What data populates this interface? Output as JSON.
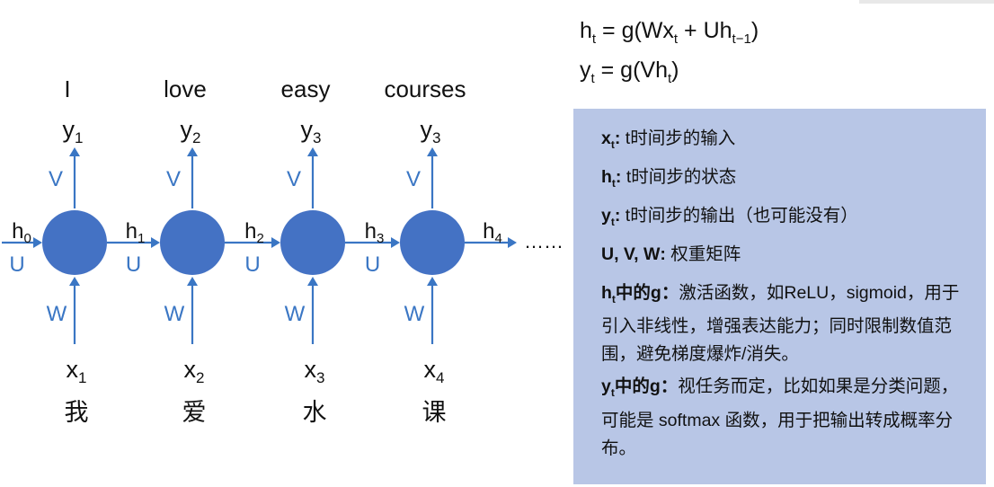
{
  "diagram": {
    "words_en": [
      "I",
      "love",
      "easy",
      "courses"
    ],
    "words_zh": [
      "我",
      "爱",
      "水",
      "课"
    ],
    "outputs": [
      {
        "base": "y",
        "sub": "1"
      },
      {
        "base": "y",
        "sub": "2"
      },
      {
        "base": "y",
        "sub": "3"
      },
      {
        "base": "y",
        "sub": "3"
      }
    ],
    "inputs": [
      {
        "base": "x",
        "sub": "1"
      },
      {
        "base": "x",
        "sub": "2"
      },
      {
        "base": "x",
        "sub": "3"
      },
      {
        "base": "x",
        "sub": "4"
      }
    ],
    "hidden_states": [
      {
        "base": "h",
        "sub": "0"
      },
      {
        "base": "h",
        "sub": "1"
      },
      {
        "base": "h",
        "sub": "2"
      },
      {
        "base": "h",
        "sub": "3"
      },
      {
        "base": "h",
        "sub": "4"
      }
    ],
    "weight_v": "V",
    "weight_w": "W",
    "weight_u": "U",
    "ellipsis": "……",
    "node_color": "#4472c4",
    "arrow_color": "#3a76c4"
  },
  "formulas": {
    "h": {
      "lhs": "h",
      "lhs_sub": "t",
      "eq": " = g(Wx",
      "x_sub": "t",
      "mid": " + Uh",
      "h_sub": "t−1",
      "end": ")"
    },
    "y": {
      "lhs": "y",
      "lhs_sub": "t",
      "eq": " = g(Vh",
      "h_sub": "t",
      "end": ")"
    }
  },
  "legend": {
    "background": "#b8c6e6",
    "items": [
      {
        "term": "x",
        "term_sub": "t",
        "term_suffix": "",
        "sep": ": ",
        "desc": "t时间步的输入"
      },
      {
        "term": "h",
        "term_sub": "t",
        "term_suffix": "",
        "sep": ": ",
        "desc": "t时间步的状态"
      },
      {
        "term": "y",
        "term_sub": "t",
        "term_suffix": "",
        "sep": ": ",
        "desc": "t时间步的输出（也可能没有）"
      },
      {
        "term": "U, V, W",
        "term_sub": "",
        "term_suffix": "",
        "sep": ": ",
        "desc": "权重矩阵"
      },
      {
        "term": "h",
        "term_sub": "t",
        "term_suffix": "中的g",
        "sep": "：",
        "desc": "激活函数，如ReLU，sigmoid，用于引入非线性，增强表达能力；同时限制数值范围，避免梯度爆炸/消失。"
      },
      {
        "term": "y",
        "term_sub": "t",
        "term_suffix": "中的g",
        "sep": "：",
        "desc": "视任务而定，比如如果是分类问题，可能是 softmax 函数，用于把输出转成概率分布。"
      }
    ]
  }
}
